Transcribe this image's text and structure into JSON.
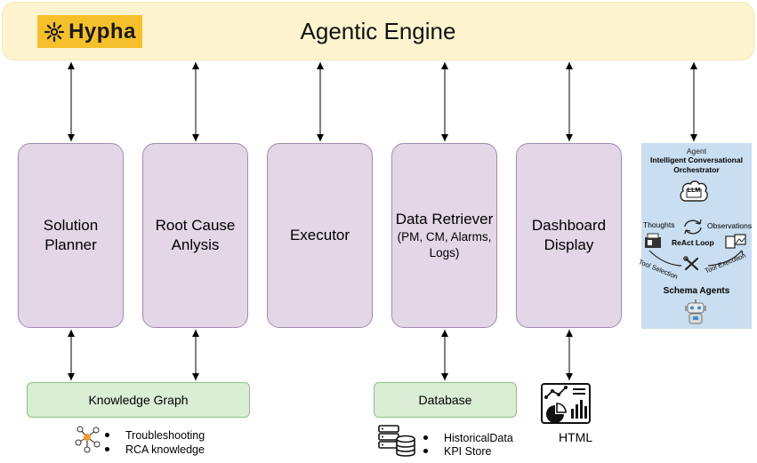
{
  "engine": {
    "title": "Agentic Engine",
    "logo_text": "Hypha"
  },
  "modules": [
    {
      "lines": [
        "Solution",
        "Planner"
      ]
    },
    {
      "lines": [
        "Root Cause",
        "Anlysis"
      ]
    },
    {
      "lines": [
        "Executor"
      ]
    },
    {
      "lines": [
        "Data Retriever"
      ],
      "sub": [
        "(PM, CM, Alarms,",
        "Logs)"
      ]
    },
    {
      "lines": [
        "Dashboard",
        "Display"
      ]
    }
  ],
  "stores": {
    "knowledge_graph": {
      "label": "Knowledge Graph",
      "items": [
        "Troubleshooting",
        "RCA knowledge"
      ]
    },
    "database": {
      "label": "Database",
      "items": [
        "HistoricalData",
        "KPI Store"
      ]
    },
    "html": {
      "label": "HTML"
    }
  },
  "agent": {
    "heading": "Agent",
    "title_lines": [
      "Intelligent Conversational",
      "Orchestrator"
    ],
    "llm": "LLM",
    "thoughts": "Thoughts",
    "observations": "Observations",
    "react_loop": "ReAct Loop",
    "tool_selection": "Tool Selection",
    "tool_execution": "Tool Execution",
    "schema_agents": "Schema Agents"
  },
  "colors": {
    "engine_bg": "#fdf4cf",
    "logo_bg": "#f6c02c",
    "module_fill": "#e2d6e7",
    "module_border": "#a48ab0",
    "store_fill": "#daeed5",
    "store_border": "#8fbf85",
    "agent_bg": "#c9def0"
  },
  "icons": [
    "hypha-logo-icon",
    "brain-llm-icon",
    "cycle-arrows-icon",
    "wrench-screwdriver-icon",
    "thoughts-icon",
    "observation-icon",
    "robot-icon",
    "network-graph-icon",
    "server-database-icon",
    "dashboard-chart-icon"
  ]
}
